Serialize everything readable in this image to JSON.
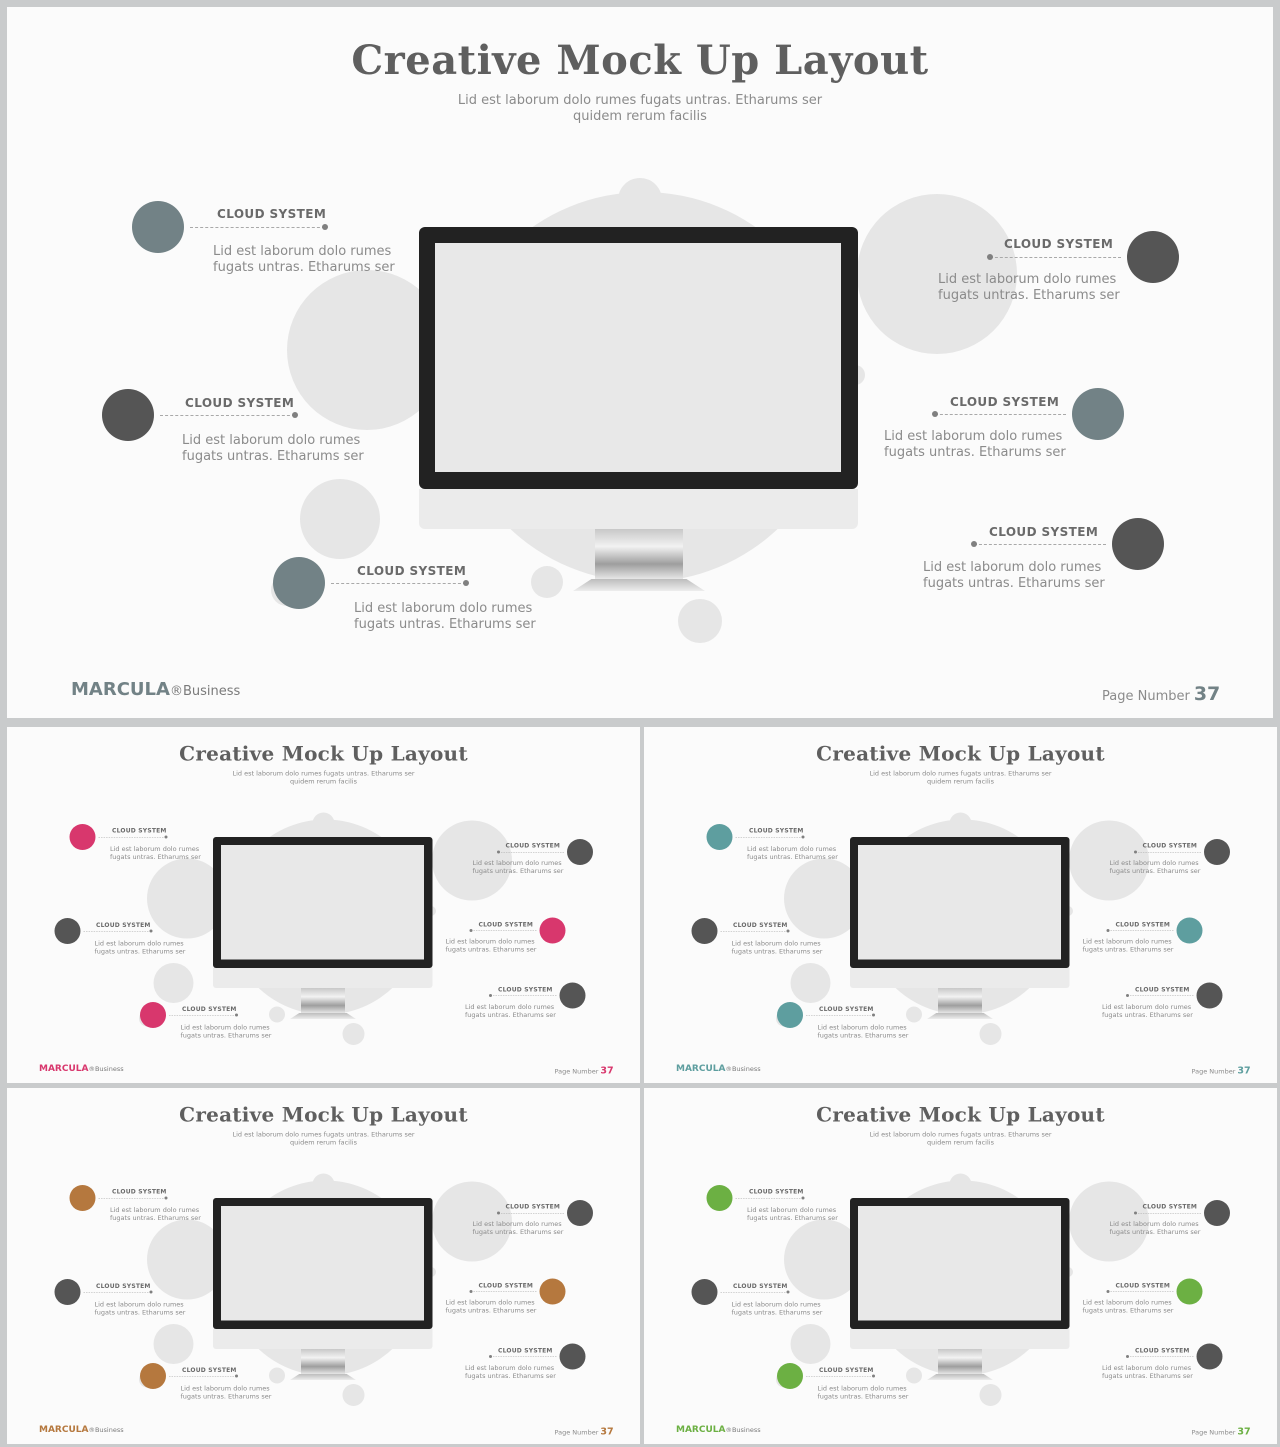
{
  "title": "Creative Mock Up Layout",
  "subtitle": "Lid est laborum dolo rumes fugats untras. Etharums ser quidem rerum facilis",
  "brand": "MARCULA",
  "brand_suffix": "®Business",
  "page_label": "Page Number",
  "page_number": "37",
  "callouts": [
    {
      "label": "CLOUD SYSTEM",
      "text": "Lid est laborum dolo rumes fugats untras. Etharums ser"
    },
    {
      "label": "CLOUD SYSTEM",
      "text": "Lid est laborum dolo rumes fugats untras. Etharums ser"
    },
    {
      "label": "CLOUD SYSTEM",
      "text": "Lid est laborum dolo rumes fugats untras. Etharums ser"
    },
    {
      "label": "CLOUD SYSTEM",
      "text": "Lid est laborum dolo rumes fugats untras. Etharums ser"
    },
    {
      "label": "CLOUD SYSTEM",
      "text": "Lid est laborum dolo rumes fugats untras. Etharums ser"
    },
    {
      "label": "CLOUD SYSTEM",
      "text": "Lid est laborum dolo rumes fugats untras. Etharums ser"
    }
  ],
  "variants": [
    {
      "accent": "#728286",
      "dark": "#555555",
      "logo_color": "#728286",
      "number_color": "#728286"
    },
    {
      "accent": "#d8376d",
      "dark": "#555555",
      "logo_color": "#d8376d",
      "number_color": "#d8376d"
    },
    {
      "accent": "#5e9e9f",
      "dark": "#555555",
      "logo_color": "#5e9e9f",
      "number_color": "#5e9e9f"
    },
    {
      "accent": "#b5783e",
      "dark": "#555555",
      "logo_color": "#b5783e",
      "number_color": "#b5783e"
    },
    {
      "accent": "#6cb043",
      "dark": "#555555",
      "logo_color": "#6cb043",
      "number_color": "#6cb043"
    }
  ]
}
